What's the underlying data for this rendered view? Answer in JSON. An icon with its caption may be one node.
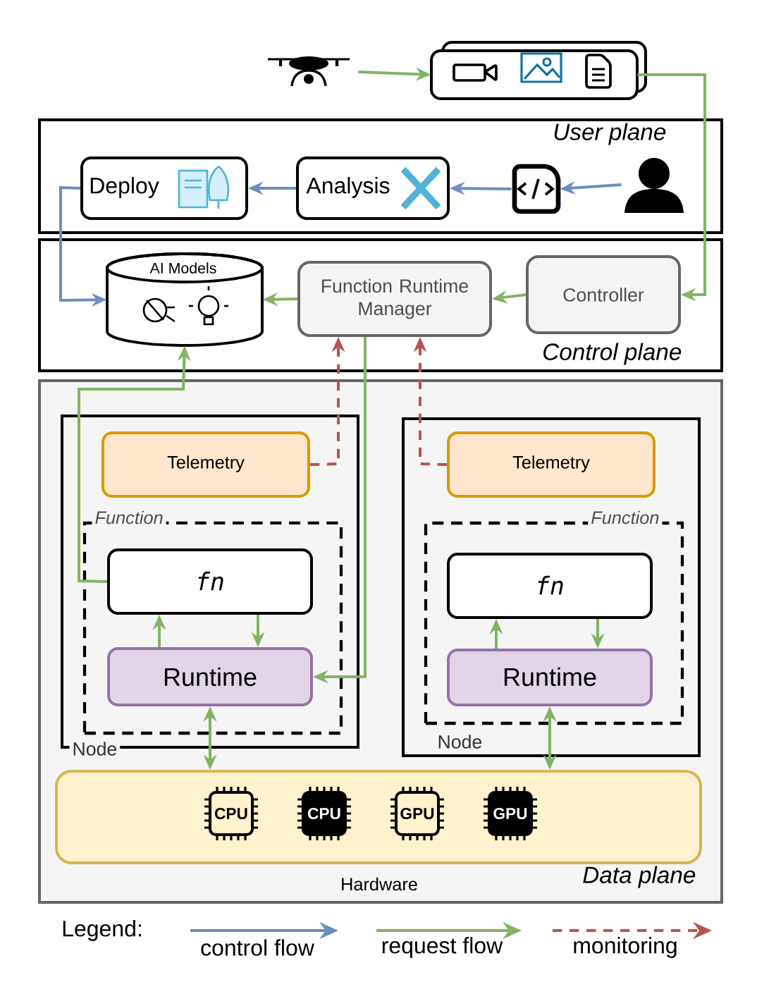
{
  "diagram": {
    "nodes": [
      {
        "text": [],
        "shape": "picture"
      },
      {
        "text": [],
        "shape": "box"
      },
      {
        "text": [
          "User plane"
        ]
      },
      {
        "text": [
          "Deploy"
        ],
        "in": 2
      },
      {
        "text": [
          "Analysis"
        ],
        "in": 2
      },
      {
        "text": [],
        "shape": "picture",
        "in": 2
      },
      {
        "text": [],
        "shape": "person",
        "in": 2
      },
      {
        "text": [
          "Control plane"
        ]
      },
      {
        "text": [
          "AI Models"
        ],
        "in": 7
      },
      {
        "text": [
          "Function Runtime Manager"
        ],
        "in": 7
      },
      {
        "text": [
          "Controller"
        ],
        "in": 7
      },
      {
        "text": [
          "Data plane"
        ]
      },
      {
        "text": [
          "Node"
        ],
        "in": 11
      },
      {
        "text": [
          "Telemetry"
        ],
        "in": 12
      },
      {
        "text": [
          "Function"
        ],
        "in": 12
      },
      {
        "text": [
          "fn"
        ],
        "in": 14
      },
      {
        "text": [
          "Runtime"
        ],
        "in": 14
      },
      {
        "text": [
          "Node"
        ],
        "in": 11
      },
      {
        "text": [
          "Telemetry"
        ],
        "in": 17
      },
      {
        "text": [
          "Function"
        ],
        "in": 17
      },
      {
        "text": [
          "fn"
        ],
        "in": 19
      },
      {
        "text": [
          "Runtime"
        ],
        "in": 19
      },
      {
        "text": [
          "Hardware"
        ],
        "in": 11
      }
    ],
    "edges": [
      {
        "from": 0,
        "to": 1,
        "arrow": "to"
      },
      {
        "from": 1,
        "to": 10,
        "arrow": "to"
      },
      {
        "from": 6,
        "to": 5,
        "arrow": "to",
        "color": "#6c8ebf"
      },
      {
        "from": 5,
        "to": 4,
        "arrow": "to",
        "color": "#6c8ebf"
      },
      {
        "from": 4,
        "to": 3,
        "arrow": "to",
        "color": "#6c8ebf"
      },
      {
        "from": 3,
        "to": 8,
        "arrow": "to",
        "color": "#6c8ebf"
      },
      {
        "from": 10,
        "to": 9,
        "arrow": "to"
      },
      {
        "from": 9,
        "to": 8,
        "arrow": "to"
      },
      {
        "from": 15,
        "to": 8,
        "arrow": "to"
      },
      {
        "from": 9,
        "to": 16,
        "arrow": "to"
      },
      {
        "from": 13,
        "to": 9,
        "arrow": "to",
        "style": "dashed",
        "color": "#b85450"
      },
      {
        "from": 18,
        "to": 9,
        "arrow": "to",
        "style": "dashed",
        "color": "#b85450"
      },
      {
        "from": 16,
        "to": 15,
        "arrow": "to"
      },
      {
        "from": 15,
        "to": 16,
        "arrow": "to"
      },
      {
        "from": 21,
        "to": 20,
        "arrow": "to"
      },
      {
        "from": 20,
        "to": 21,
        "arrow": "to"
      },
      {
        "from": 16,
        "to": 22,
        "arrow": "both"
      },
      {
        "from": 21,
        "to": 22,
        "arrow": "both"
      }
    ],
    "labels": [
      "CPU",
      "CPU",
      "GPU",
      "GPU",
      "Legend:"
    ],
    "legend": [
      {
        "text": "control flow"
      },
      {
        "text": "request flow"
      },
      {
        "text": "monitoring"
      }
    ]
  }
}
